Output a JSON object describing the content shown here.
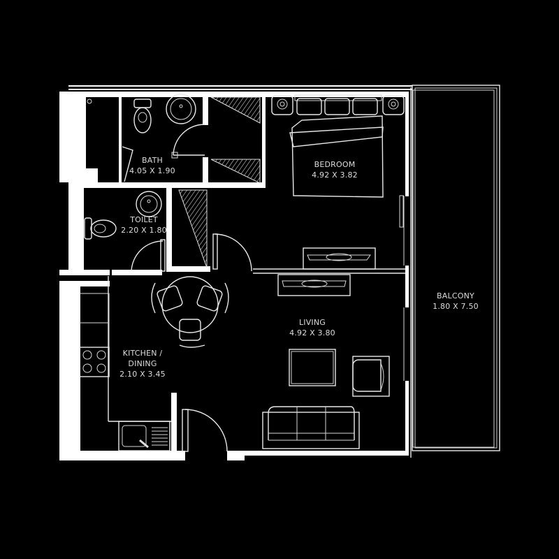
{
  "floor_plan": {
    "background_color": "#000000",
    "line_color": "#ffffff",
    "rooms": [
      {
        "id": "bath",
        "name": "BATH",
        "dimensions": "4.05 X 1.90"
      },
      {
        "id": "bedroom",
        "name": "BEDROOM",
        "dimensions": "4.92 X 3.82"
      },
      {
        "id": "toilet",
        "name": "TOILET",
        "dimensions": "2.20 X 1.80"
      },
      {
        "id": "kitchen",
        "name": "KITCHEN /",
        "name_line2": "DINING",
        "dimensions": "2.10 X 3.45"
      },
      {
        "id": "living",
        "name": "LIVING",
        "dimensions": "4.92 X 3.80"
      },
      {
        "id": "balcony",
        "name": "BALCONY",
        "dimensions": "1.80 X 7.50"
      }
    ],
    "furniture": [
      "toilet-bowl",
      "wash-basin",
      "double-bed",
      "bedside-lamp",
      "wardrobe",
      "round-dining-table",
      "dining-chair",
      "gas-hob",
      "kitchen-sink",
      "sofa",
      "armchair",
      "coffee-table",
      "tv-unit"
    ]
  }
}
